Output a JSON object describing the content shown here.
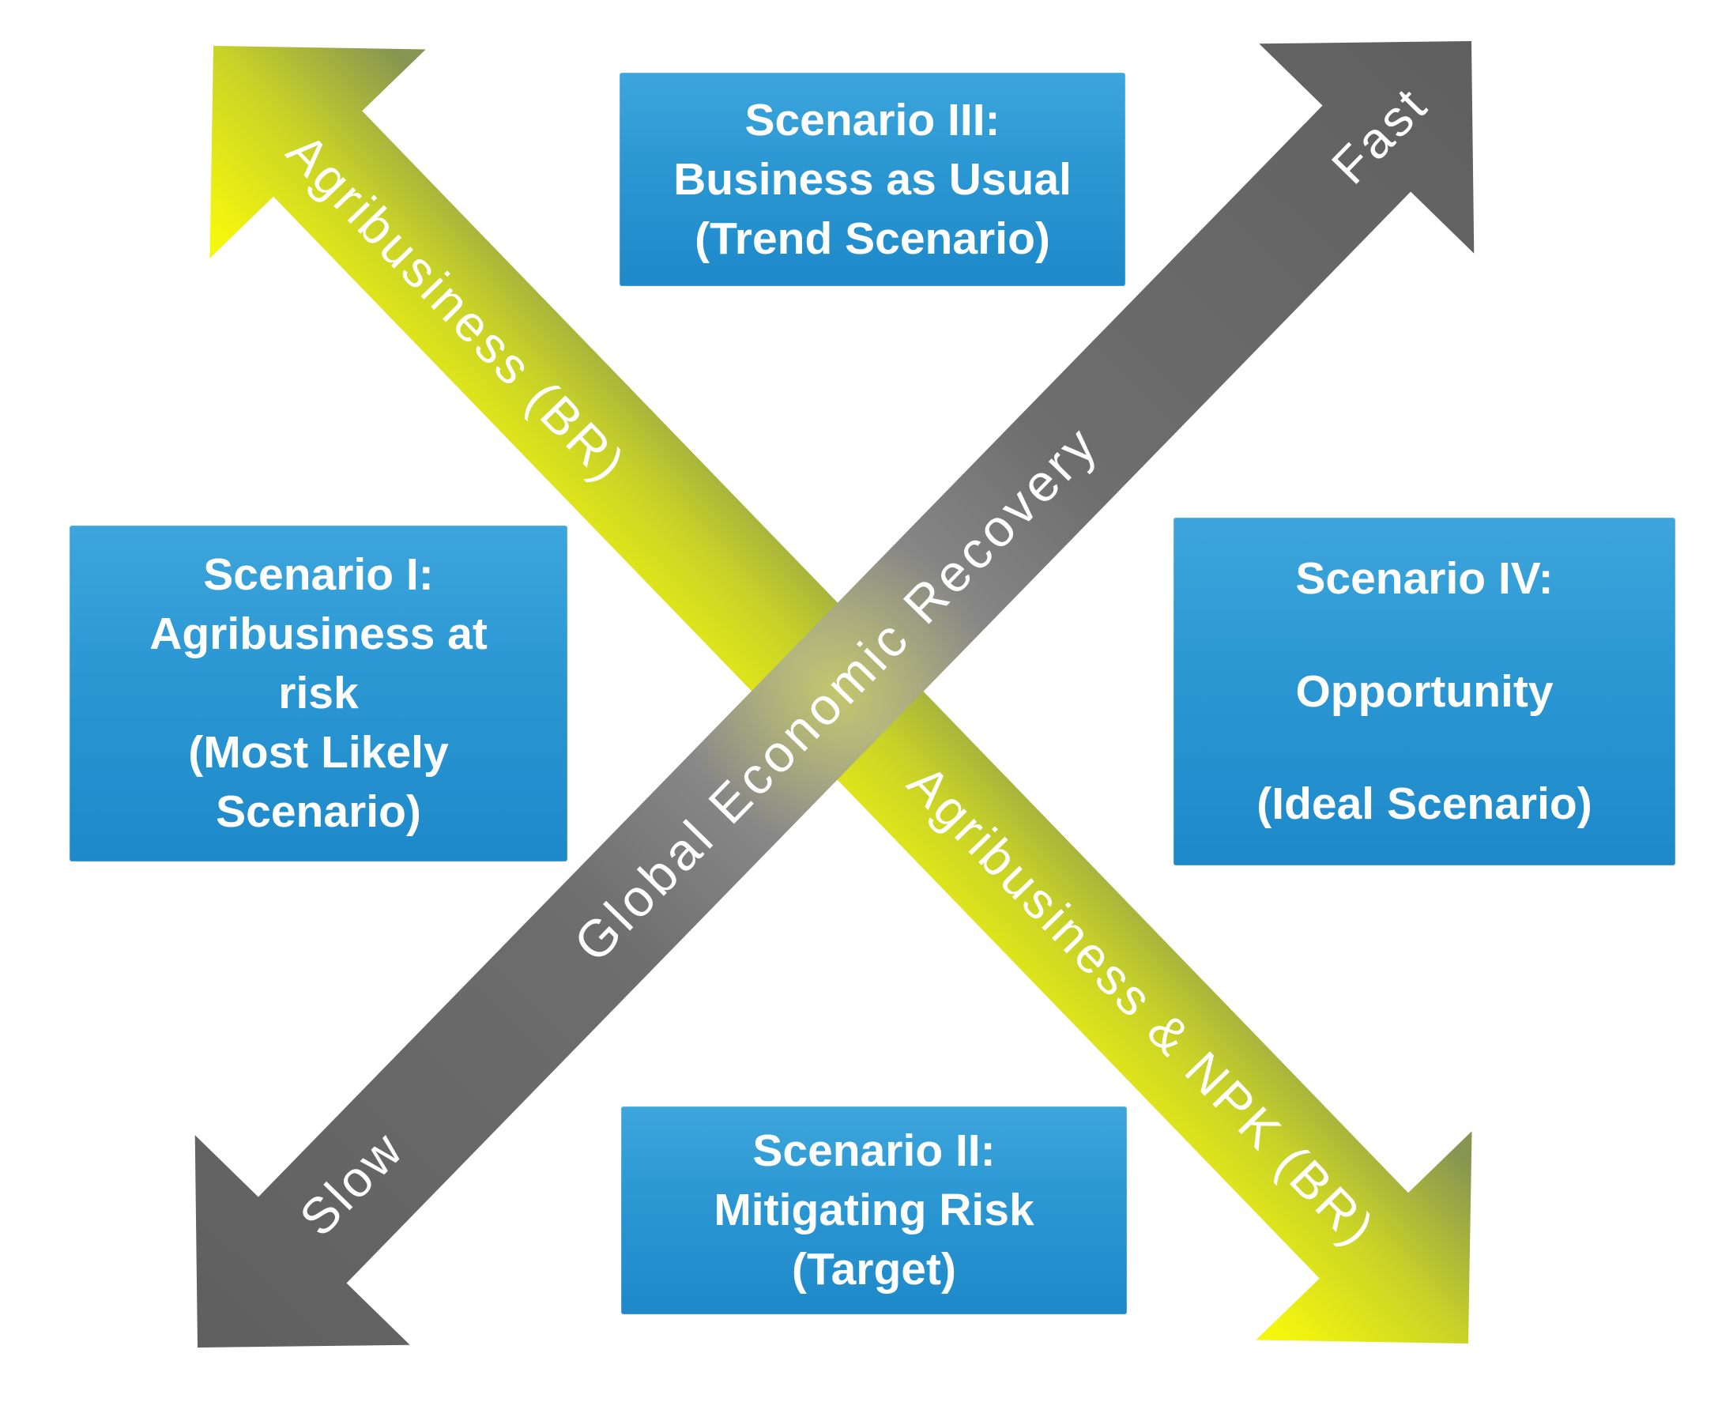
{
  "boxes": {
    "top": {
      "name": "Scenario III",
      "lines": [
        "Scenario III:",
        "Business as Usual",
        "(Trend Scenario)"
      ]
    },
    "left": {
      "name": "Scenario I",
      "lines": [
        "Scenario I:",
        "Agribusiness at",
        "risk",
        "(Most Likely",
        "Scenario)"
      ]
    },
    "right": {
      "name": "Scenario IV",
      "lines": [
        "Scenario IV:",
        "Opportunity",
        "(Ideal Scenario)"
      ]
    },
    "bottom": {
      "name": "Scenario II",
      "lines": [
        "Scenario II:",
        "Mitigating Risk",
        "(Target)"
      ]
    }
  },
  "arrows": {
    "economy": {
      "label": "Global Economic Recovery",
      "slow_label": "Slow",
      "fast_label": "Fast",
      "color": "#6E6E6E",
      "color_center": "#9C9C9C"
    },
    "agribusiness": {
      "upper_label": "Agribusiness (BR)",
      "lower_label": "Agribusiness & NPK (BR)",
      "color_yellow": "#F4F60E",
      "color_olive": "#879552"
    }
  },
  "colors": {
    "box_blue_top": "#3EA5DC",
    "box_blue_bottom": "#1E89C9",
    "text_white": "#FFFFFF",
    "background": "#FFFFFF"
  }
}
